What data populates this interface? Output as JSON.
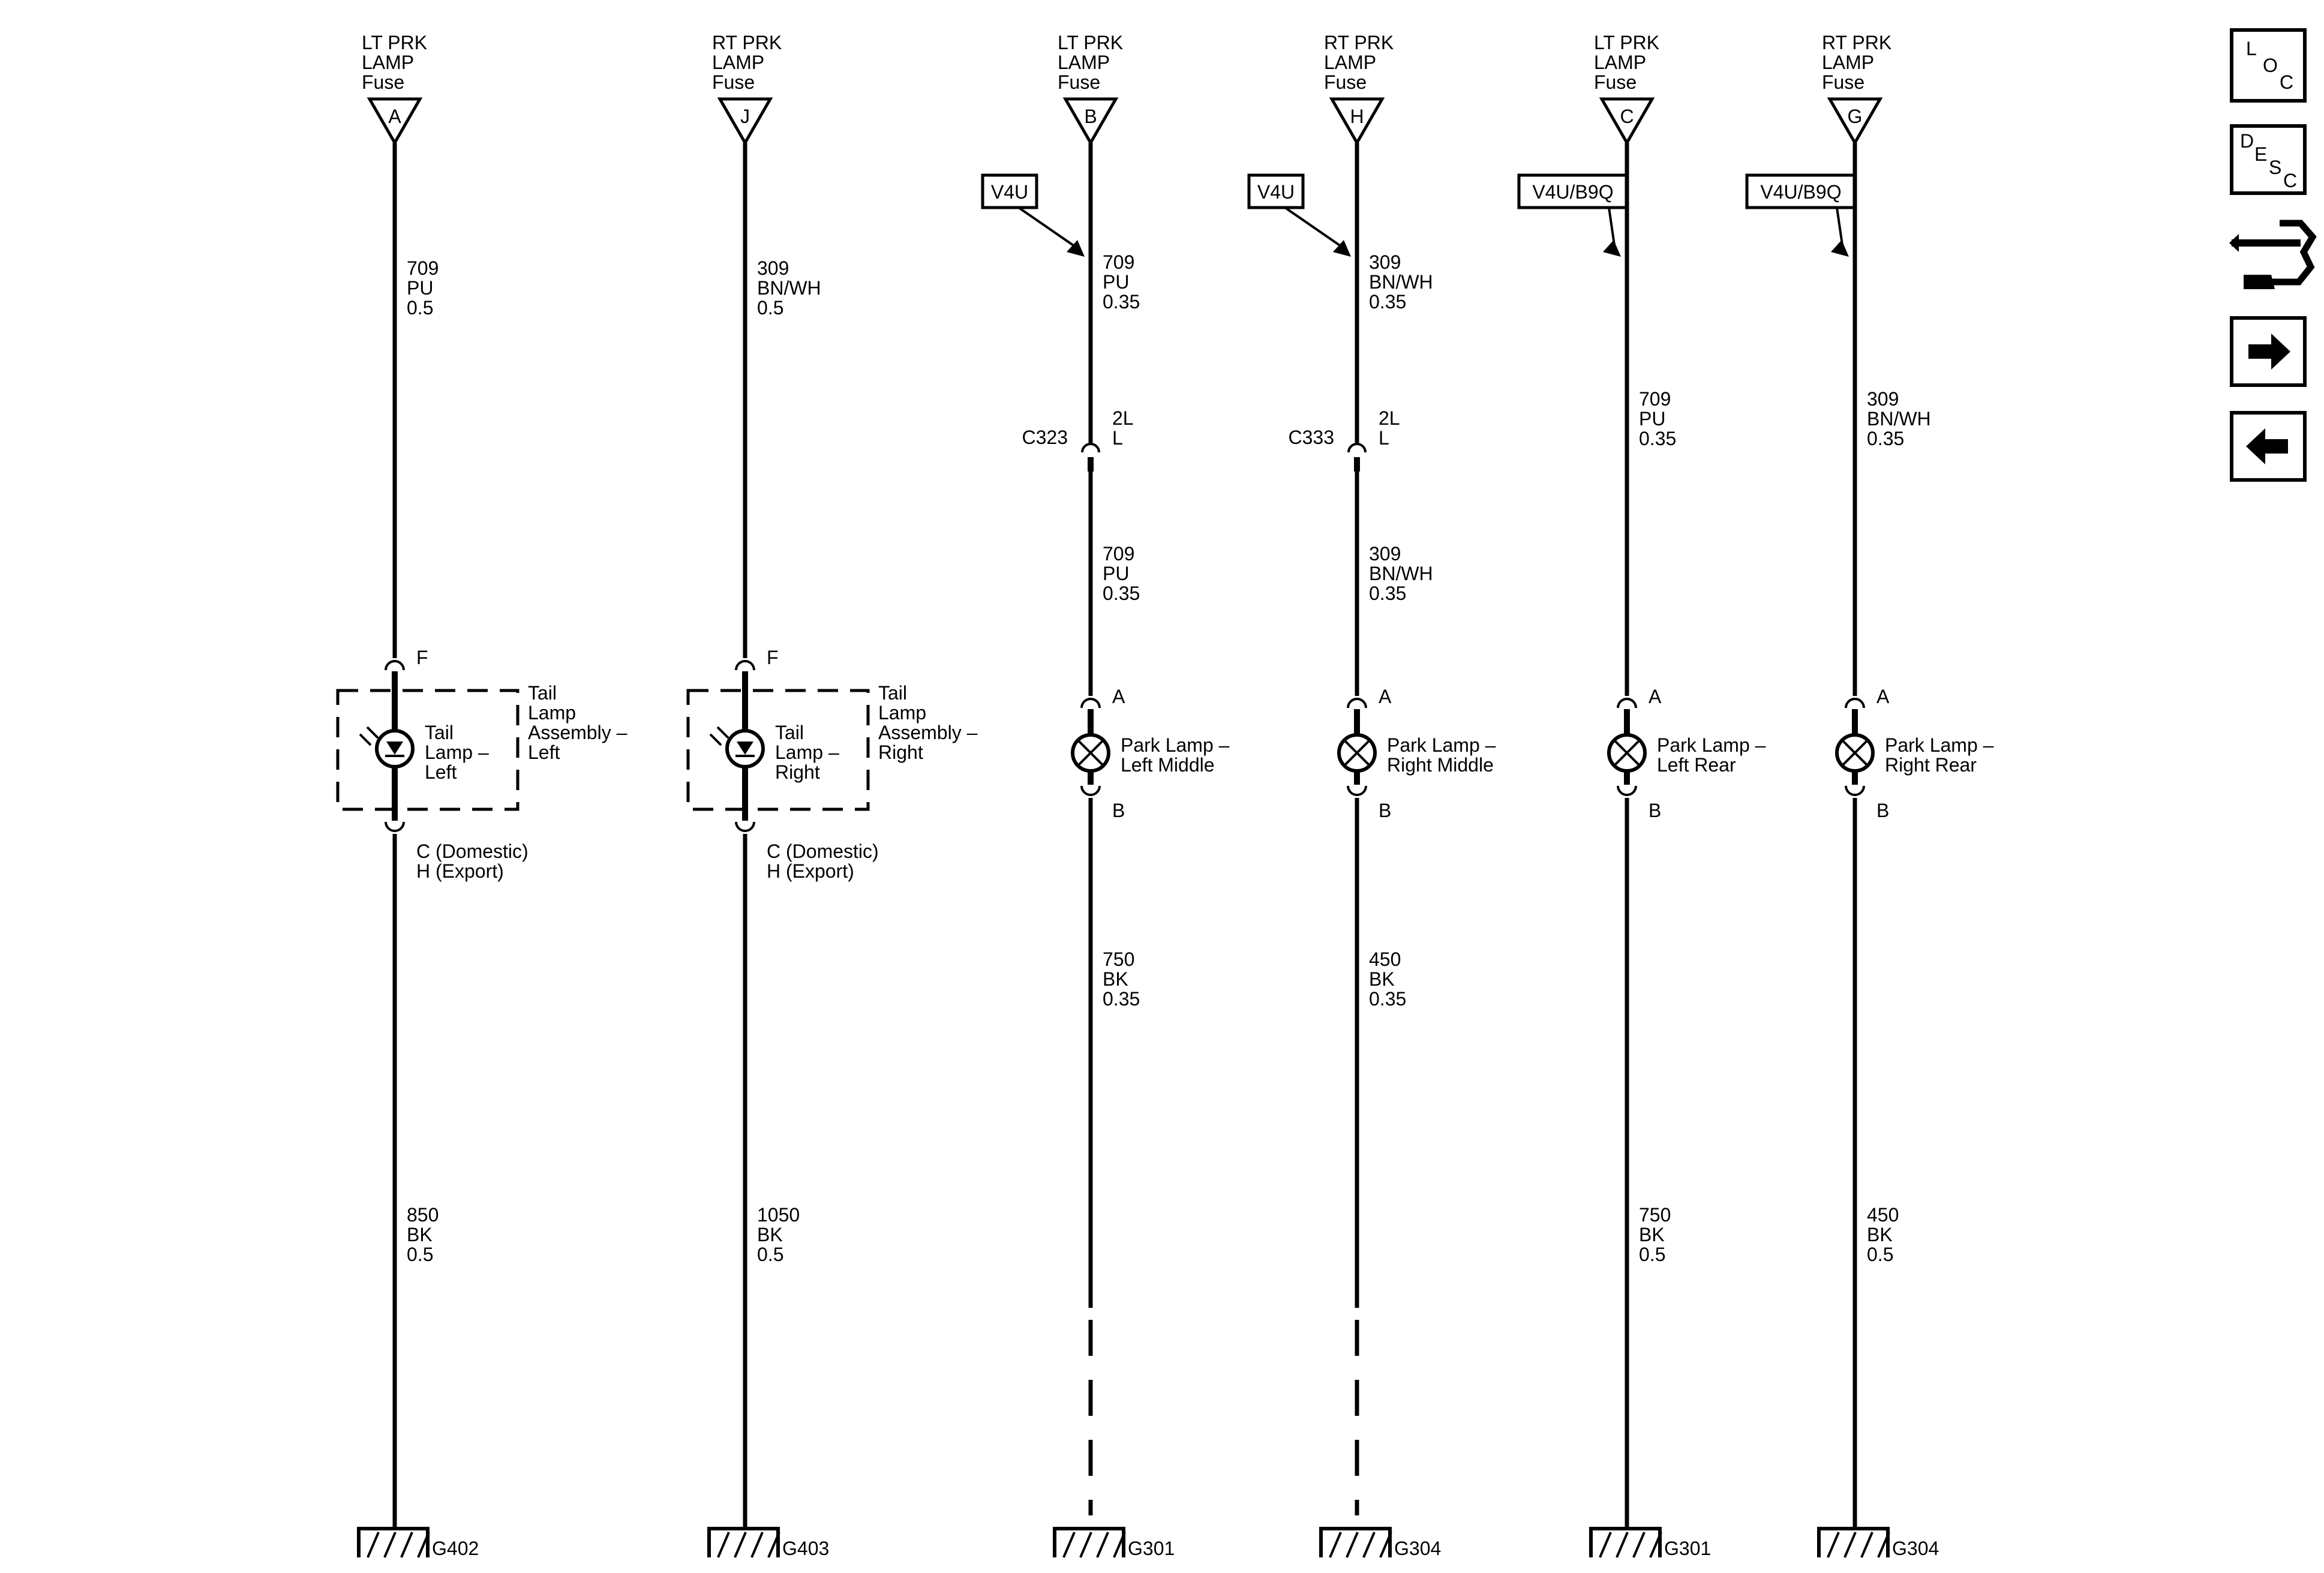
{
  "columns": [
    {
      "fuse_lines": [
        "LT PRK",
        "LAMP",
        "Fuse"
      ],
      "fuse_pin": "A",
      "option": "",
      "wire_top": [
        "709",
        "PU",
        "0.5"
      ],
      "inline_connector": null,
      "wire_mid": null,
      "component": {
        "kind": "led",
        "pin_top": "F",
        "pin_bottom_lines": [
          "C (Domestic)",
          "H (Export)"
        ],
        "label_lines": [
          "Tail",
          "Lamp –",
          "Left"
        ],
        "assembly_lines": [
          "Tail",
          "Lamp",
          "Assembly –",
          "Left"
        ]
      },
      "wire_bottom": [
        "850",
        "BK",
        "0.5"
      ],
      "ground_dashed": false,
      "ground": "G402"
    },
    {
      "fuse_lines": [
        "RT PRK",
        "LAMP",
        "Fuse"
      ],
      "fuse_pin": "J",
      "option": "",
      "wire_top": [
        "309",
        "BN/WH",
        "0.5"
      ],
      "inline_connector": null,
      "wire_mid": null,
      "component": {
        "kind": "led",
        "pin_top": "F",
        "pin_bottom_lines": [
          "C (Domestic)",
          "H (Export)"
        ],
        "label_lines": [
          "Tail",
          "Lamp –",
          "Right"
        ],
        "assembly_lines": [
          "Tail",
          "Lamp",
          "Assembly –",
          "Right"
        ]
      },
      "wire_bottom": [
        "1050",
        "BK",
        "0.5"
      ],
      "ground_dashed": false,
      "ground": "G403"
    },
    {
      "fuse_lines": [
        "LT PRK",
        "LAMP",
        "Fuse"
      ],
      "fuse_pin": "B",
      "option": "V4U",
      "wire_top": [
        "709",
        "PU",
        "0.35"
      ],
      "inline_connector": {
        "name": "C323",
        "pin_lines": [
          "2L",
          "L"
        ]
      },
      "wire_mid": [
        "709",
        "PU",
        "0.35"
      ],
      "component": {
        "kind": "bulb",
        "pin_top": "A",
        "pin_bottom_lines": [
          "B"
        ],
        "label_lines": [
          "Park Lamp –",
          "Left Middle"
        ],
        "assembly_lines": []
      },
      "wire_bottom": [
        "750",
        "BK",
        "0.35"
      ],
      "ground_dashed": true,
      "ground": "G301"
    },
    {
      "fuse_lines": [
        "RT PRK",
        "LAMP",
        "Fuse"
      ],
      "fuse_pin": "H",
      "option": "V4U",
      "wire_top": [
        "309",
        "BN/WH",
        "0.35"
      ],
      "inline_connector": {
        "name": "C333",
        "pin_lines": [
          "2L",
          "L"
        ]
      },
      "wire_mid": [
        "309",
        "BN/WH",
        "0.35"
      ],
      "component": {
        "kind": "bulb",
        "pin_top": "A",
        "pin_bottom_lines": [
          "B"
        ],
        "label_lines": [
          "Park Lamp –",
          "Right Middle"
        ],
        "assembly_lines": []
      },
      "wire_bottom": [
        "450",
        "BK",
        "0.35"
      ],
      "ground_dashed": true,
      "ground": "G304"
    },
    {
      "fuse_lines": [
        "LT PRK",
        "LAMP",
        "Fuse"
      ],
      "fuse_pin": "C",
      "option": "V4U/B9Q",
      "wire_top": [
        "709",
        "PU",
        "0.35"
      ],
      "inline_connector": null,
      "wire_mid": null,
      "component": {
        "kind": "bulb",
        "pin_top": "A",
        "pin_bottom_lines": [
          "B"
        ],
        "label_lines": [
          "Park Lamp –",
          "Left Rear"
        ],
        "assembly_lines": []
      },
      "wire_bottom": [
        "750",
        "BK",
        "0.5"
      ],
      "ground_dashed": false,
      "ground": "G301"
    },
    {
      "fuse_lines": [
        "RT PRK",
        "LAMP",
        "Fuse"
      ],
      "fuse_pin": "G",
      "option": "V4U/B9Q",
      "wire_top": [
        "309",
        "BN/WH",
        "0.35"
      ],
      "inline_connector": null,
      "wire_mid": null,
      "component": {
        "kind": "bulb",
        "pin_top": "A",
        "pin_bottom_lines": [
          "B"
        ],
        "label_lines": [
          "Park Lamp –",
          "Right Rear"
        ],
        "assembly_lines": []
      },
      "wire_bottom": [
        "450",
        "BK",
        "0.5"
      ],
      "ground_dashed": false,
      "ground": "G304"
    }
  ],
  "nav": {
    "loc": [
      "L",
      "O",
      "C"
    ],
    "desc": [
      "D",
      "E",
      "S",
      "C"
    ],
    "icons": [
      "connector-view-icon",
      "next-arrow-icon",
      "previous-arrow-icon"
    ]
  }
}
